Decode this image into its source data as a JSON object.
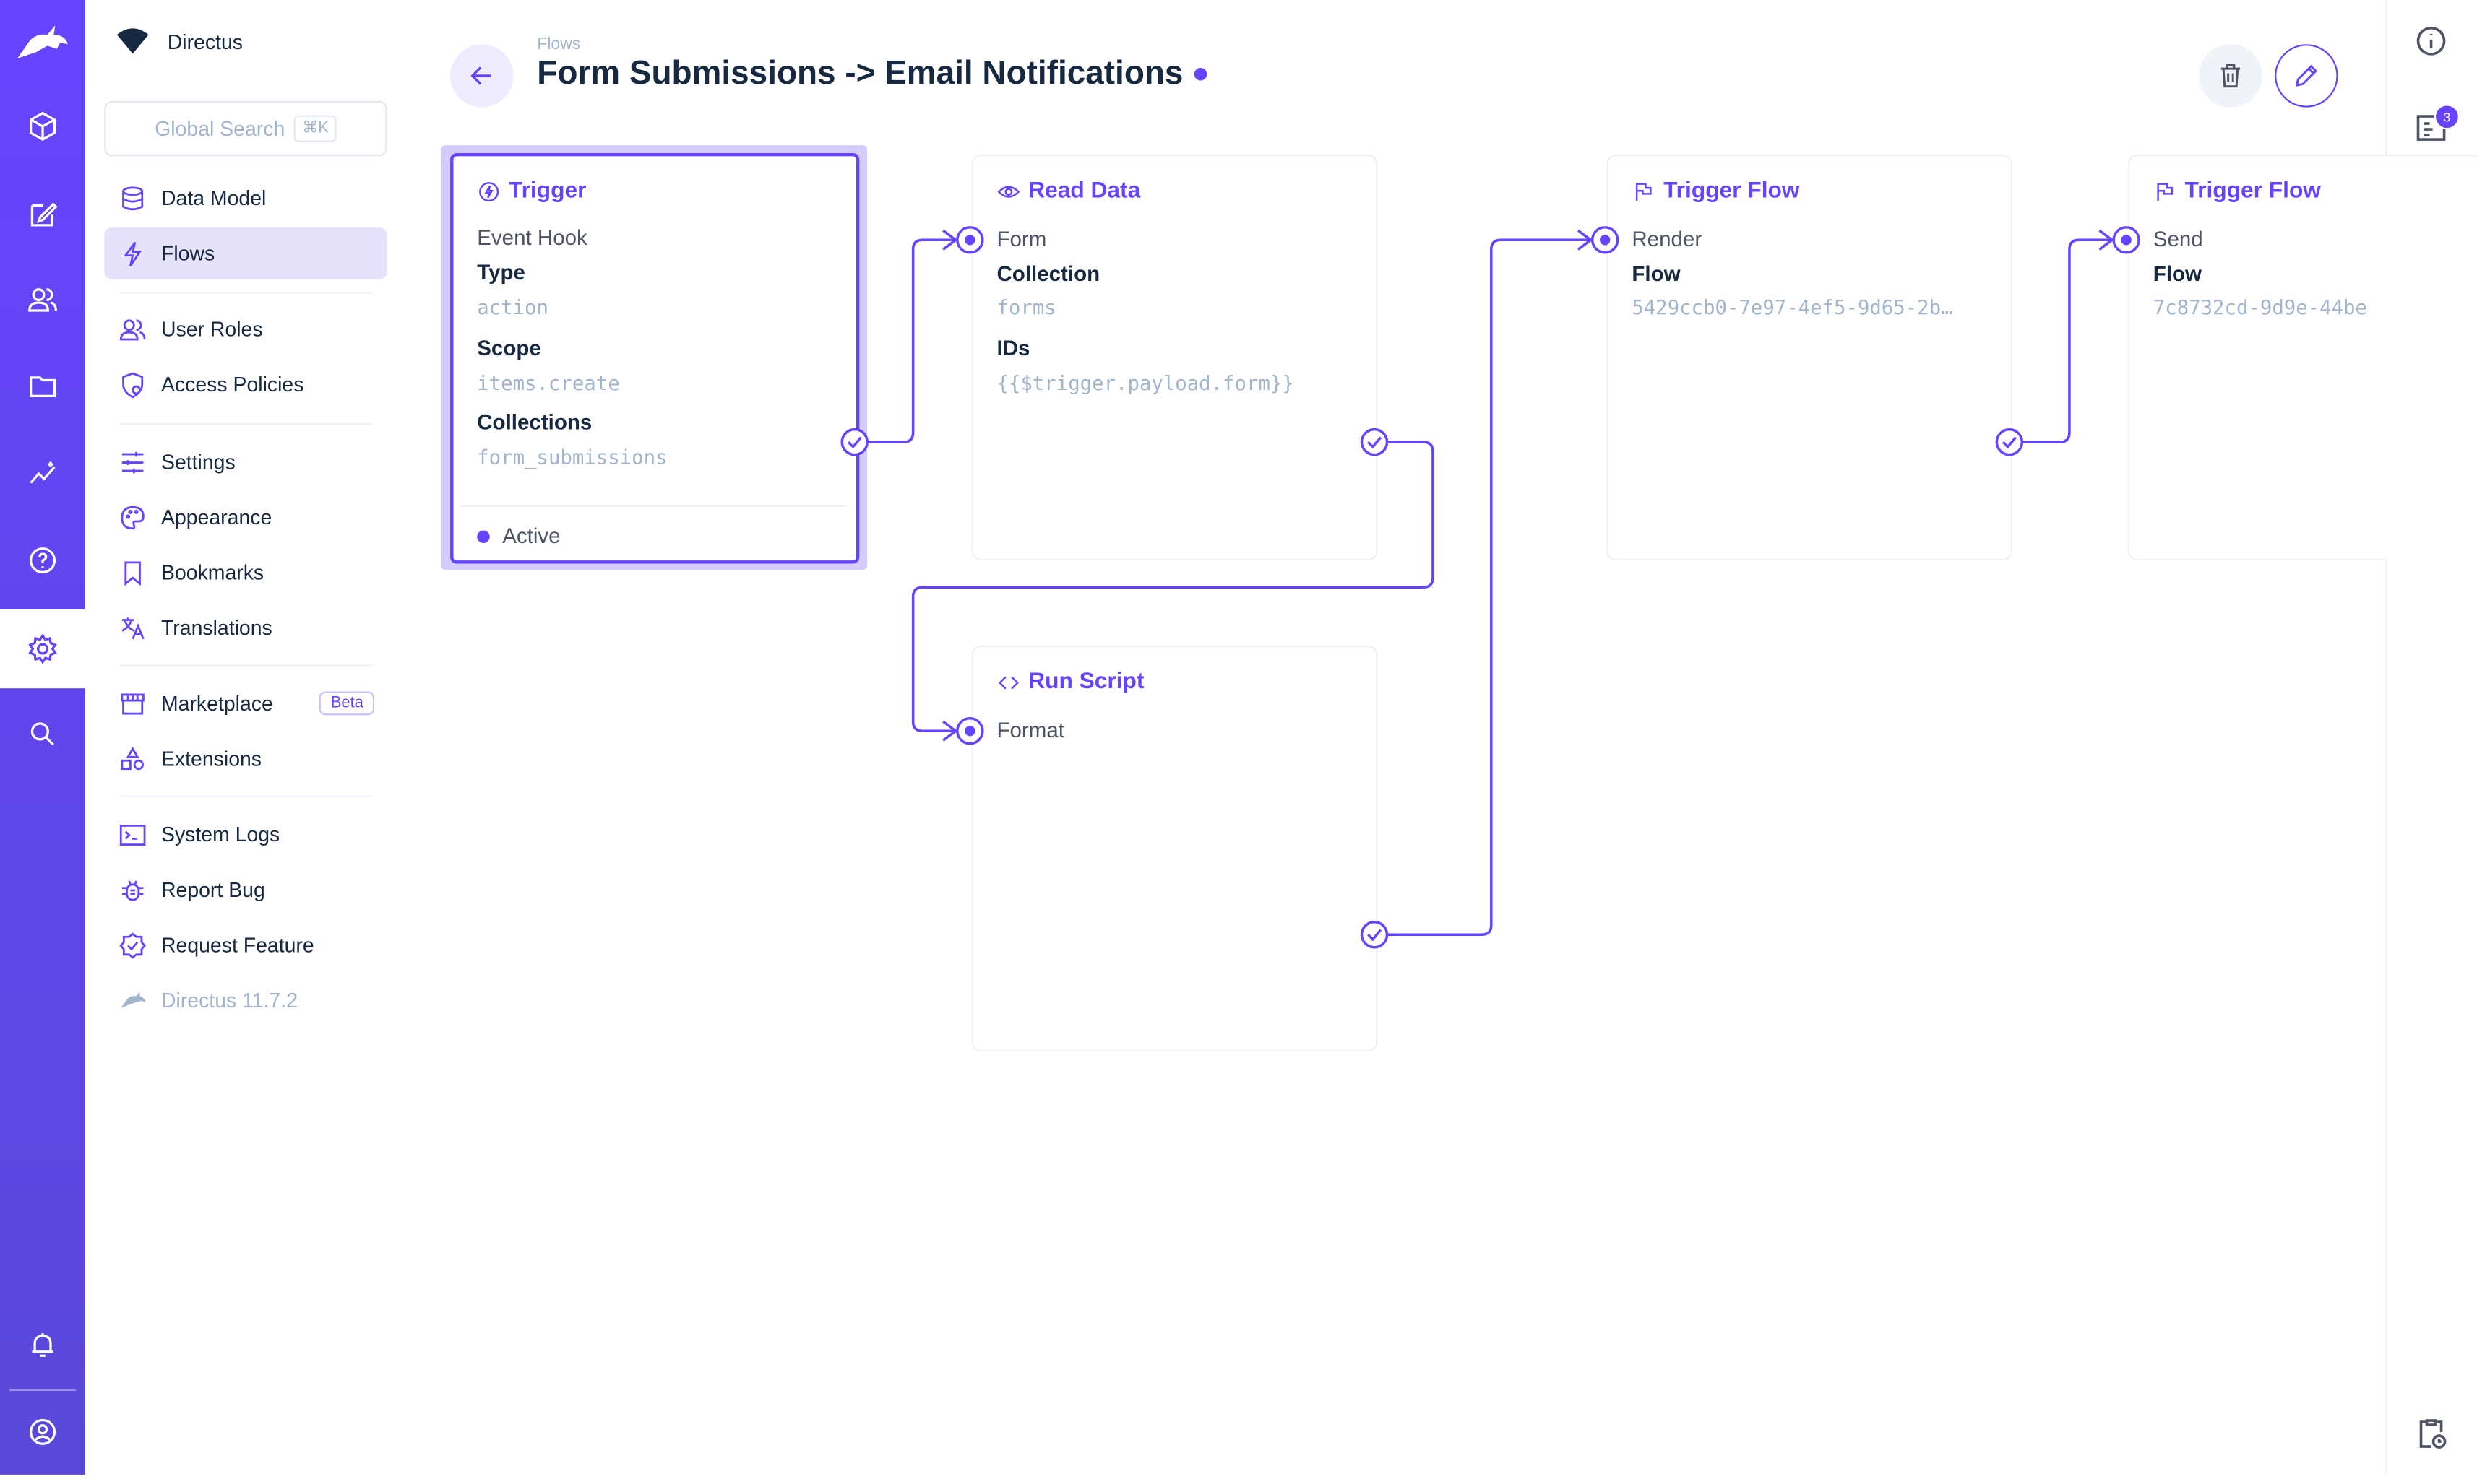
{
  "app": {
    "project_name": "Directus",
    "brand_color": "#6644ff"
  },
  "rail": {
    "items": [
      "content",
      "files-edit",
      "users",
      "files",
      "insights",
      "help",
      "settings",
      "search",
      "notifications",
      "user"
    ],
    "active": "settings"
  },
  "nav": {
    "search_placeholder": "Global Search",
    "search_shortcut": "⌘K",
    "items": [
      {
        "label": "Data Model",
        "icon": "database-icon"
      },
      {
        "label": "Flows",
        "icon": "bolt-icon",
        "active": true
      },
      {
        "label": "User Roles",
        "icon": "group-icon"
      },
      {
        "label": "Access Policies",
        "icon": "policy-icon"
      },
      {
        "label": "Settings",
        "icon": "tune-icon"
      },
      {
        "label": "Appearance",
        "icon": "palette-icon"
      },
      {
        "label": "Bookmarks",
        "icon": "bookmark-icon"
      },
      {
        "label": "Translations",
        "icon": "translate-icon"
      },
      {
        "label": "Marketplace",
        "icon": "storefront-icon",
        "badge": "Beta"
      },
      {
        "label": "Extensions",
        "icon": "extension-icon"
      },
      {
        "label": "System Logs",
        "icon": "terminal-icon"
      },
      {
        "label": "Report Bug",
        "icon": "bug-icon"
      },
      {
        "label": "Request Feature",
        "icon": "verified-icon"
      },
      {
        "label": "Directus 11.7.2",
        "icon": "directus-icon"
      }
    ]
  },
  "header": {
    "breadcrumb": "Flows",
    "title": "Form Submissions -> Email Notifications",
    "status_dot_color": "#6644ff"
  },
  "sidebar_right": {
    "logs_badge": "3"
  },
  "operations": {
    "trigger": {
      "title": "Trigger",
      "name": "Event Hook",
      "type_label": "Type",
      "type_value": "action",
      "scope_label": "Scope",
      "scope_value": "items.create",
      "collections_label": "Collections",
      "collections_value": "form_submissions",
      "status": "Active"
    },
    "read_data": {
      "title": "Read Data",
      "name": "Form",
      "collection_label": "Collection",
      "collection_value": "forms",
      "ids_label": "IDs",
      "ids_value": "{{$trigger.payload.form}}"
    },
    "run_script": {
      "title": "Run Script",
      "name": "Format"
    },
    "trigger_flow_1": {
      "title": "Trigger Flow",
      "name": "Render",
      "flow_label": "Flow",
      "flow_value": "5429ccb0-7e97-4ef5-9d65-2b…"
    },
    "trigger_flow_2": {
      "title": "Trigger Flow",
      "name": "Send",
      "flow_label": "Flow",
      "flow_value": "7c8732cd-9d9e-44be"
    }
  }
}
